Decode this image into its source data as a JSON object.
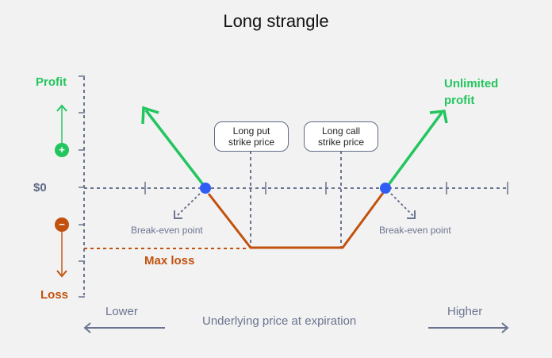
{
  "title": "Long strangle",
  "y_axis": {
    "top_label": "Profit",
    "bottom_label": "Loss",
    "zero_label": "$0",
    "plus_symbol": "+",
    "minus_symbol": "−"
  },
  "annotations": {
    "unlimited_profit_line1": "Unlimited",
    "unlimited_profit_line2": "profit",
    "max_loss": "Max loss",
    "break_even_left": "Break-even point",
    "break_even_right": "Break-even point",
    "put_strike_line1": "Long put",
    "put_strike_line2": "strike price",
    "call_strike_line1": "Long call",
    "call_strike_line2": "strike price"
  },
  "x_axis": {
    "label": "Underlying price at expiration",
    "left": "Lower",
    "right": "Higher"
  },
  "colors": {
    "profit": "#22c55e",
    "loss": "#c2510e",
    "axis": "#5f6b85",
    "break_even_dot": "#2f5cf5"
  }
}
